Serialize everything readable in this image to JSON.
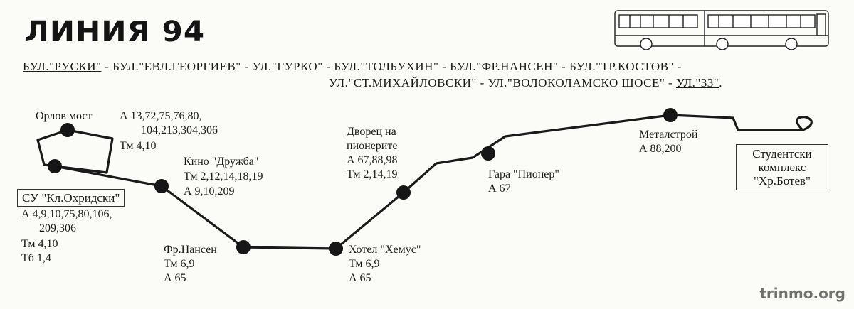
{
  "title": "ЛИНИЯ 94",
  "streets_line1": [
    {
      "text": "БУЛ.\"РУСКИ\"",
      "underline": true
    },
    {
      "text": " - БУЛ.\"ЕВЛ.ГЕОРГИЕВ\" - УЛ.\"ГУРКО\" - БУЛ.\"ТОЛБУХИН\" - БУЛ.\"ФР.НАНСЕН\" - БУЛ.\"ТР.КОСТОВ\" -",
      "underline": false
    }
  ],
  "streets_line2": [
    {
      "text": "УЛ.\"СТ.МИХАЙЛОВСКИ\" - УЛ.\"ВОЛОКОЛАМСКО ШОСЕ\" - ",
      "underline": false
    },
    {
      "text": "УЛ.\"33\"",
      "underline": true
    },
    {
      "text": ".",
      "underline": false
    }
  ],
  "stops": {
    "orlov": {
      "name": "Орлов мост",
      "a": "А  13,72,75,76,80,",
      "a2": "104,213,304,306",
      "tm": "Тм  4,10"
    },
    "su": {
      "name": "СУ \"Кл.Охридски\"",
      "a": "А  4,9,10,75,80,106,",
      "a2": "209,306",
      "tm": "Тм  4,10",
      "tb": "Тб  1,4"
    },
    "kino": {
      "name": "Кино \"Дружба\"",
      "tm": "Тм  2,12,14,18,19",
      "a": "А  9,10,209"
    },
    "nansen": {
      "name": "Фр.Нансен",
      "tm": "Тм  6,9",
      "a": "А  65"
    },
    "hemus": {
      "name": "Хотел \"Хемус\"",
      "tm": "Тм  6,9",
      "a": "А  65"
    },
    "dvorec": {
      "name1": "Дворец на",
      "name2": "пионерите",
      "a": "А  67,88,98",
      "tm": "Тм  2,14,19"
    },
    "gara": {
      "name": "Гара \"Пионер\"",
      "a": "А  67"
    },
    "metal": {
      "name": "Металстрой",
      "a": "А  88,200"
    },
    "terminus": {
      "line1": "Студентски",
      "line2": "комплекс",
      "line3": "\"Хр.Ботев\""
    }
  },
  "watermark": "trinmo.org",
  "colors": {
    "line": "#1a1a1a",
    "stop": "#161616",
    "paper": "#fbfbf8"
  },
  "icons": [
    "bus-icon"
  ]
}
